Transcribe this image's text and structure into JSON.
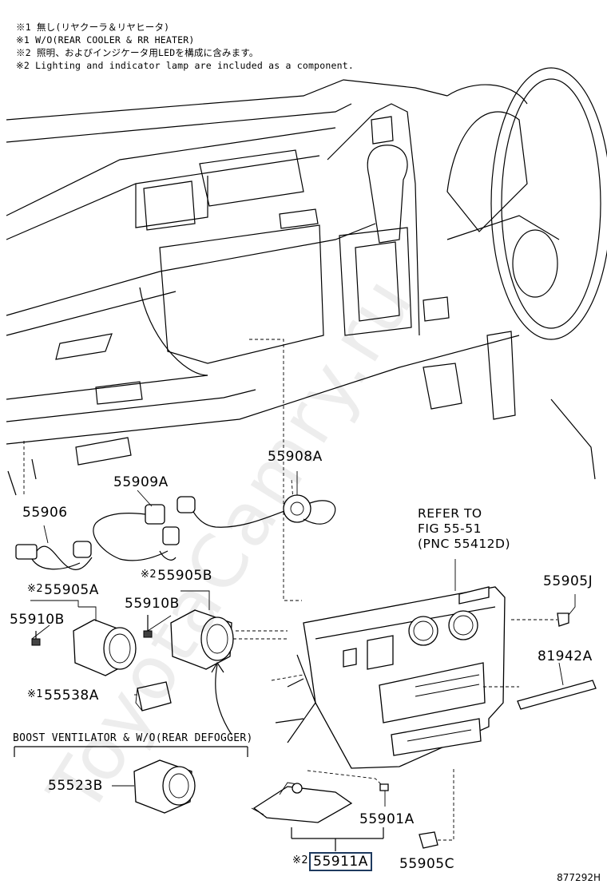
{
  "notes": [
    "※1 無し(リヤクーラ＆リヤヒータ)",
    "※1 W/O(REAR COOLER & RR HEATER)",
    "※2 照明、およびインジケータ用LEDを構成に含みます。",
    "※2 Lighting and indicator lamp are included as a component."
  ],
  "ref": {
    "line1": "REFER TO",
    "line2": "FIG 55-51",
    "line3": "(PNC 55412D)"
  },
  "boost_label": "BOOST VENTILATOR & W/O(REAR DEFOGGER)",
  "marks": {
    "m1": "※1",
    "m2": "※2"
  },
  "parts": {
    "p55906": "55906",
    "p55909A": "55909A",
    "p55908A": "55908A",
    "p55905A": "55905A",
    "p55905B": "55905B",
    "p55910B_left": "55910B",
    "p55910B_mid": "55910B",
    "p55538A": "55538A",
    "p55905J": "55905J",
    "p81942A": "81942A",
    "p55523B": "55523B",
    "p55901A": "55901A",
    "p55911A": "55911A",
    "p55905C": "55905C"
  },
  "watermark": "ToyotaCamry.ru",
  "figure_id": "877292H"
}
